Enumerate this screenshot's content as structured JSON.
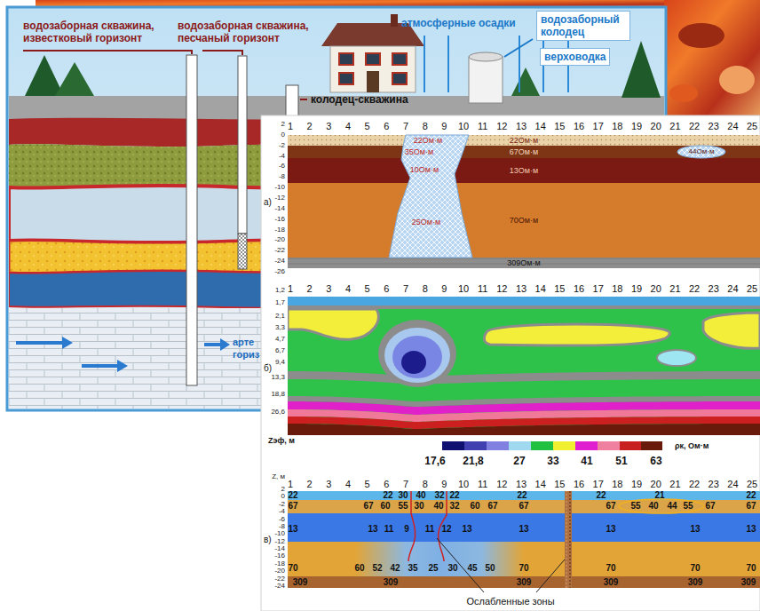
{
  "diagram": {
    "nodes": [
      {
        "text": [
          "водозаборный колодец"
        ]
      },
      {
        "text": [
          "верховодка"
        ]
      },
      {
        "text": [
          "22Ом·м"
        ]
      },
      {
        "text": [
          "67Ом·м"
        ]
      },
      {
        "text": [
          "13Ом·м"
        ]
      },
      {
        "text": [
          "70Ом·м"
        ]
      },
      {
        "text": [
          "309Ом·м"
        ]
      },
      {
        "text": [
          "44Ом·м"
        ],
        "in": 3
      }
    ],
    "labels": [
      "водозаборная скважина, известковый горизонт",
      "водозаборная скважина, песчаный горизонт",
      "атмосферные осадки",
      "колодец-скважина",
      "арте",
      "гориз",
      "1",
      "2",
      "3",
      "4",
      "5",
      "6",
      "7",
      "8",
      "9",
      "10",
      "11",
      "12",
      "13",
      "14",
      "15",
      "16",
      "17",
      "18",
      "19",
      "20",
      "21",
      "22",
      "23",
      "24",
      "25",
      "2",
      "0",
      "-2",
      "-4",
      "-6",
      "-8",
      "-10",
      "-12",
      "-14",
      "-16",
      "-18",
      "-20",
      "-22",
      "-24",
      "-26",
      "а)",
      "22Ом·м",
      "35Ом·м",
      "10Ом·м",
      "25Ом·м",
      "1",
      "2",
      "3",
      "4",
      "5",
      "6",
      "7",
      "8",
      "9",
      "10",
      "11",
      "12",
      "13",
      "14",
      "15",
      "16",
      "17",
      "18",
      "19",
      "20",
      "21",
      "22",
      "23",
      "24",
      "25",
      "1,2",
      "1,7",
      "2,1",
      "3,3",
      "4,7",
      "6,7",
      "9,4",
      "13,3",
      "18,8",
      "26,6",
      "б)",
      "Zэф, м",
      "17,6",
      "21,8",
      "27",
      "33",
      "41",
      "51",
      "63",
      "ρк, Ом·м",
      "Z, м",
      "1",
      "2",
      "3",
      "4",
      "5",
      "6",
      "7",
      "8",
      "9",
      "10",
      "11",
      "12",
      "13",
      "14",
      "15",
      "16",
      "17",
      "18",
      "19",
      "20",
      "21",
      "22",
      "23",
      "24",
      "25",
      "2",
      "0",
      "-2",
      "-4",
      "-6",
      "-8",
      "-10",
      "-12",
      "-14",
      "-16",
      "-18",
      "-20",
      "-22",
      "-24",
      "в)",
      "22",
      "22",
      "30",
      "40",
      "32",
      "22",
      "22",
      "22",
      "21",
      "22",
      "67",
      "67",
      "60",
      "55",
      "30",
      "40",
      "32",
      "60",
      "67",
      "67",
      "67",
      "55",
      "40",
      "44",
      "55",
      "67",
      "67",
      "13",
      "13",
      "11",
      "9",
      "11",
      "12",
      "13",
      "13",
      "13",
      "13",
      "13",
      "70",
      "60",
      "52",
      "42",
      "35",
      "25",
      "30",
      "45",
      "50",
      "70",
      "70",
      "70",
      "70",
      "309",
      "309",
      "309",
      "309",
      "309",
      "309",
      "Ослабленные зоны"
    ]
  }
}
